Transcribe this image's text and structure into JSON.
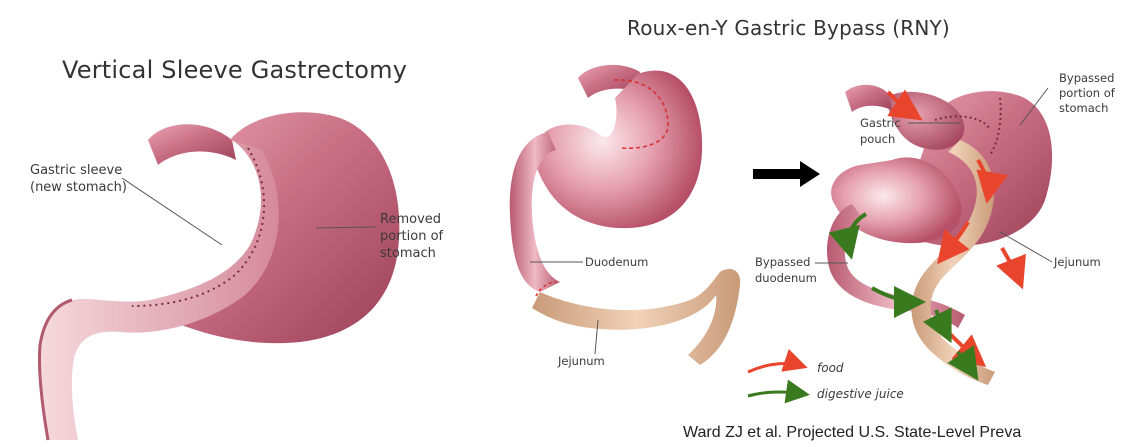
{
  "left_panel": {
    "title": "Vertical Sleeve Gastrectomy",
    "labels": {
      "gastric_sleeve_1": "Gastric sleeve",
      "gastric_sleeve_2": "(new stomach)",
      "removed_1": "Removed",
      "removed_2": "portion of",
      "removed_3": "stomach"
    }
  },
  "right_panel": {
    "title": "Roux-en-Y Gastric Bypass (RNY)",
    "labels": {
      "duodenum": "Duodenum",
      "jejunum_before": "Jejunum",
      "gastric_pouch_1": "Gastric",
      "gastric_pouch_2": "pouch",
      "bypassed_portion_1": "Bypassed",
      "bypassed_portion_2": "portion of",
      "bypassed_portion_3": "stomach",
      "bypassed_duodenum_1": "Bypassed",
      "bypassed_duodenum_2": "duodenum",
      "jejunum_after": "Jejunum"
    },
    "legend": {
      "food": "food",
      "digestive_juice": "digestive juice",
      "food_color": "#e8452c",
      "juice_color": "#3a7a1e"
    }
  },
  "citation": "Ward ZJ et al. Projected U.S. State-Level Preva"
}
